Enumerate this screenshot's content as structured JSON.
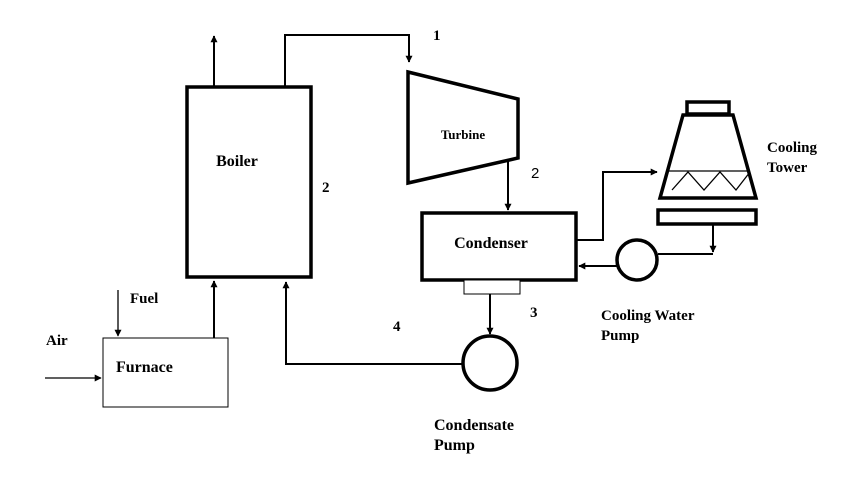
{
  "components": {
    "boiler": "Boiler",
    "turbine": "Turbine",
    "condenser": "Condenser",
    "furnace": "Furnace",
    "cooling_tower": [
      "Cooling",
      "Tower"
    ],
    "cooling_water_pump": [
      "Cooling Water",
      "Pump"
    ],
    "condensate_pump": [
      "Condensate",
      "Pump"
    ]
  },
  "inputs": {
    "fuel": "Fuel",
    "air": "Air"
  },
  "state_points": {
    "p1": "1",
    "p2_turbine": "2",
    "p2_boiler": "2",
    "p3": "3",
    "p4": "4"
  }
}
